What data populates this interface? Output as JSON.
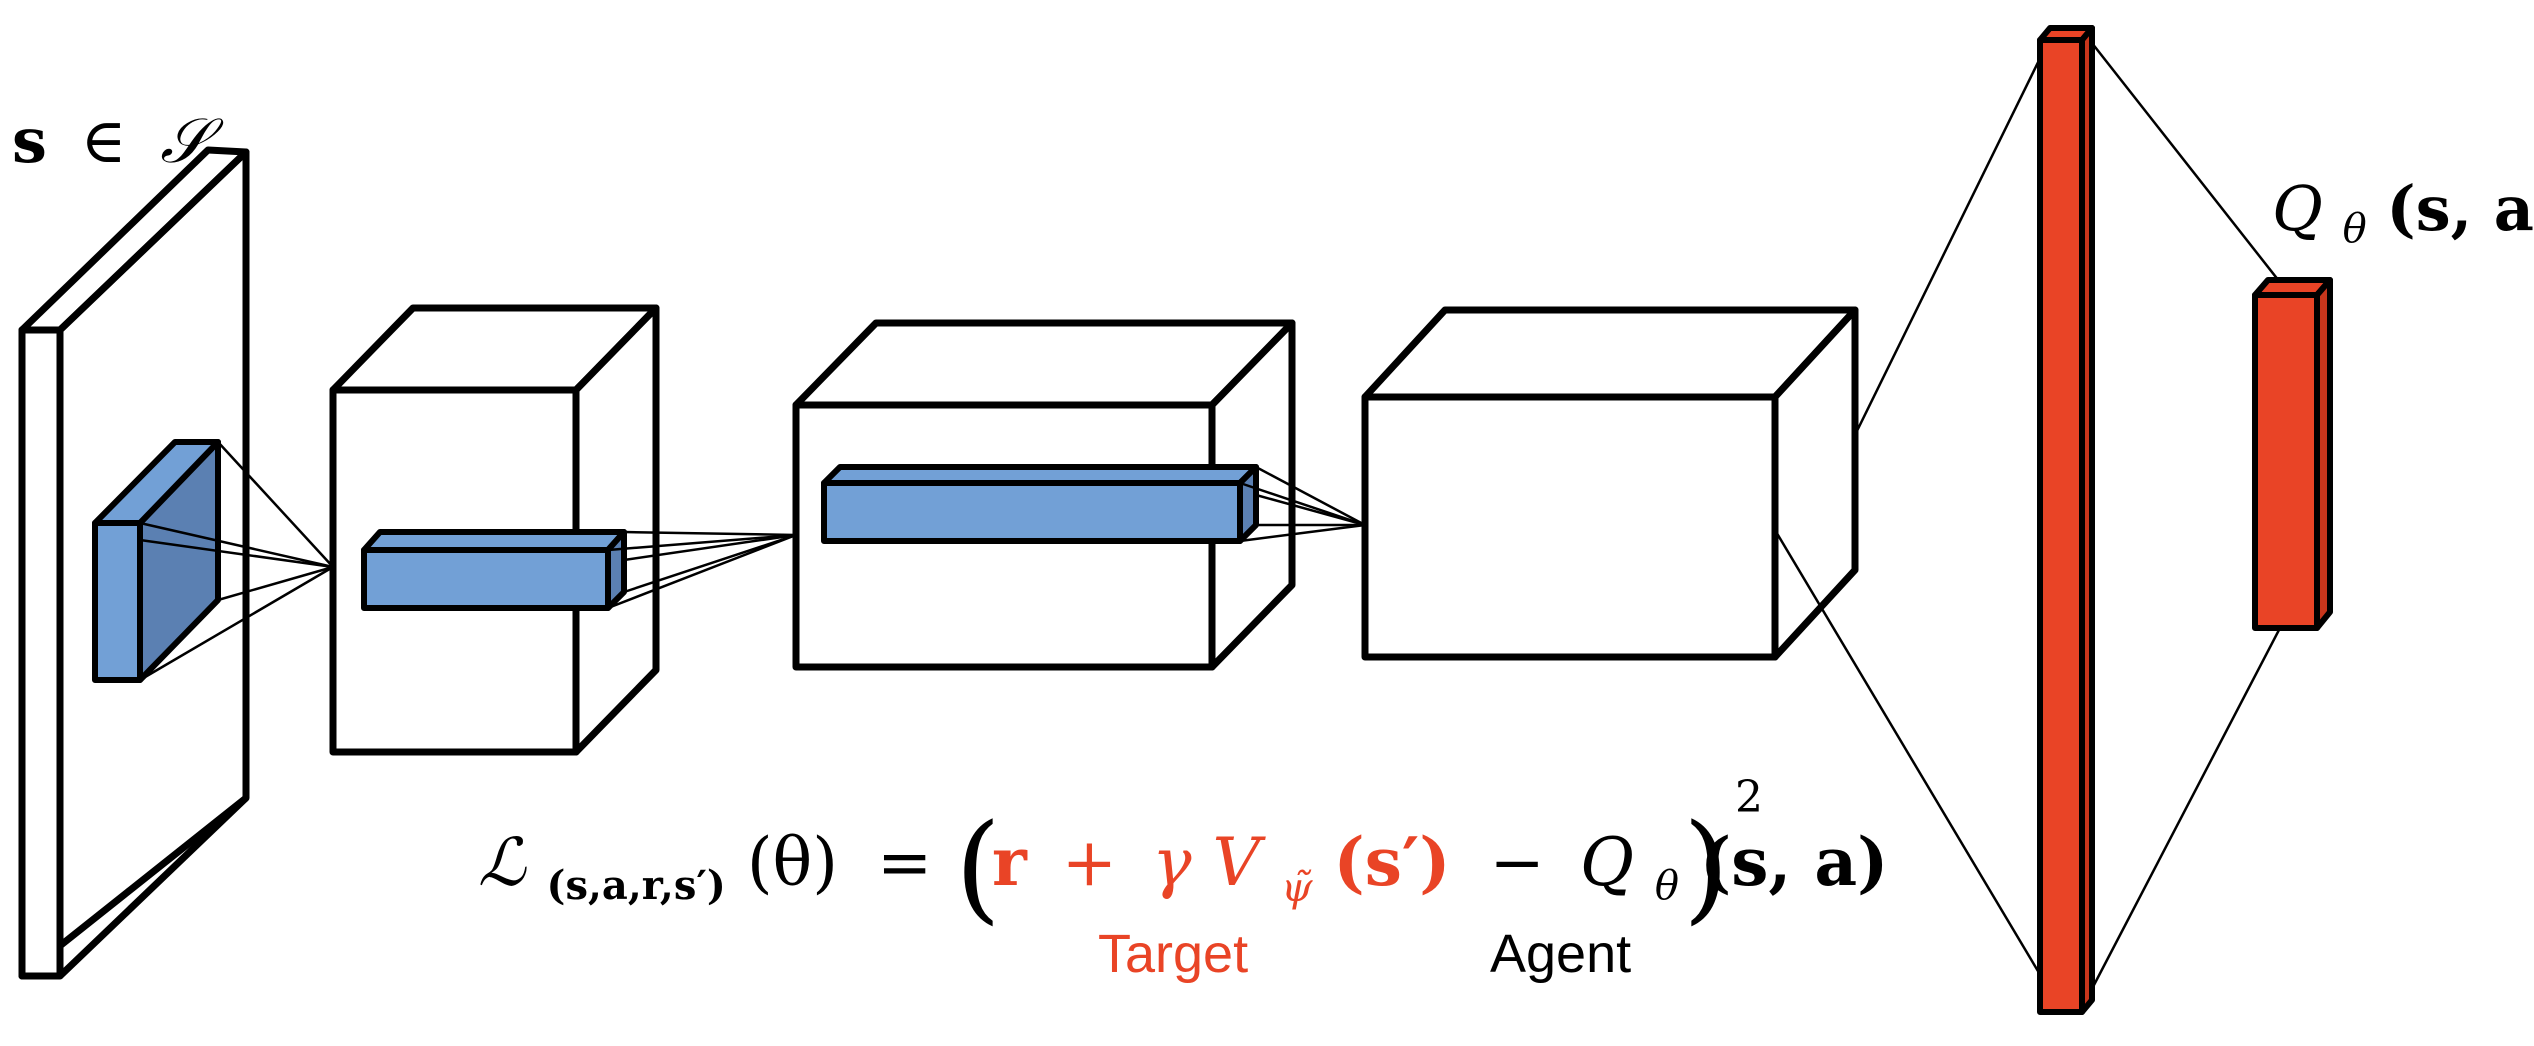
{
  "colors": {
    "blue": "#72A0D6",
    "blue_side": "#5B80B2",
    "red": "#E94426",
    "red_dark": "#C8361C",
    "stroke": "#000000",
    "target_text": "#E94426",
    "agent_text": "#000000"
  },
  "input_label": {
    "s": "s",
    "in": "∈",
    "S": "𝒮"
  },
  "output_label": {
    "Q": "Q",
    "theta": "θ",
    "args": "(s, a)"
  },
  "loss": {
    "L": "ℒ",
    "subscript": "(s,a,r,s′)",
    "theta_arg": "(θ)",
    "equals": "=",
    "open_paren": "(",
    "r": "r",
    "plus": "+",
    "gamma": "γ",
    "V": "V",
    "psi": "ψ̃",
    "s_prime": "(s′)",
    "minus": "−",
    "Q": "Q",
    "q_theta": "θ",
    "q_args": "(s, a)",
    "close_paren": ")",
    "power": "2"
  },
  "labels": {
    "target": "Target",
    "agent": "Agent"
  }
}
